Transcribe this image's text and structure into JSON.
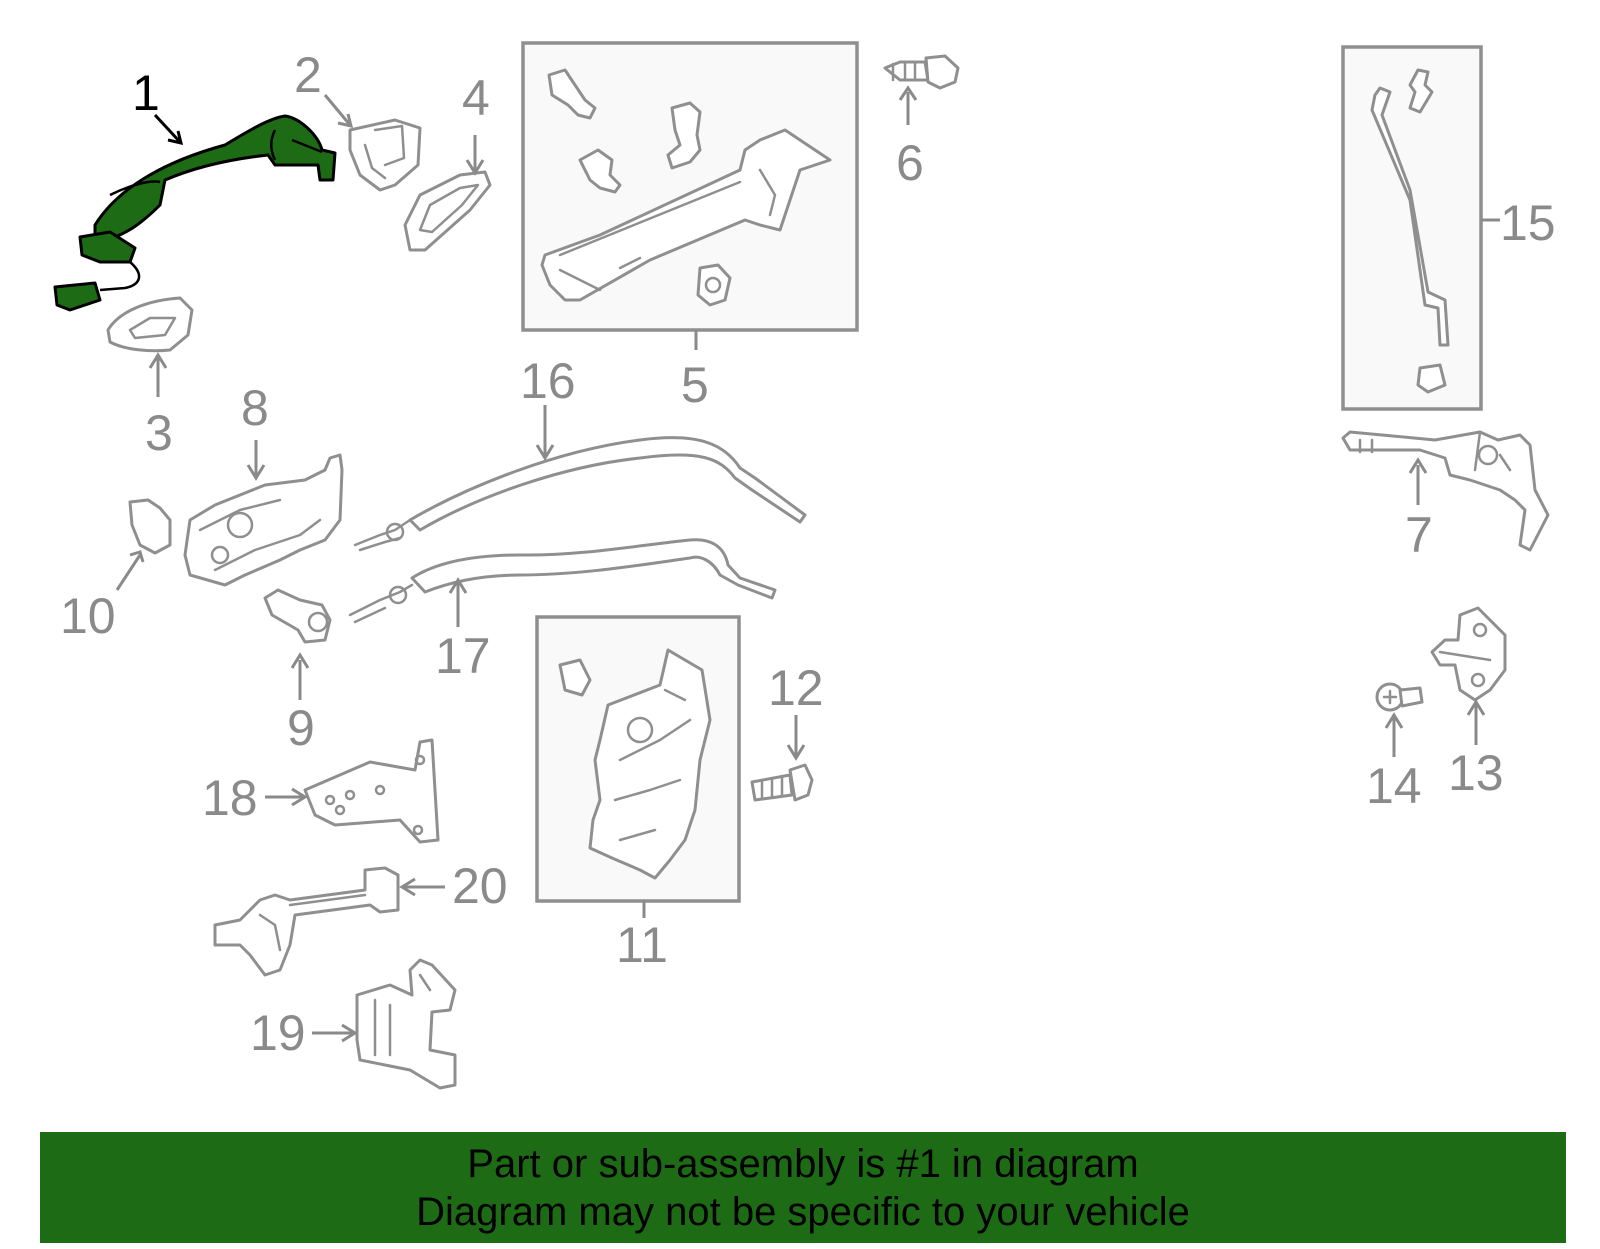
{
  "colors": {
    "highlight_fill": "#1e6b16",
    "banner_background": "#1e6b16",
    "part_stroke": "#8f8f8f",
    "label_color": "#8a8a8a",
    "active_label_color": "#000000"
  },
  "diagram": {
    "highlighted_part": "1",
    "callouts": {
      "c1": "1",
      "c2": "2",
      "c3": "3",
      "c4": "4",
      "c5": "5",
      "c6": "6",
      "c7": "7",
      "c8": "8",
      "c9": "9",
      "c10": "10",
      "c11": "11",
      "c12": "12",
      "c13": "13",
      "c14": "14",
      "c15": "15",
      "c16": "16",
      "c17": "17",
      "c18": "18",
      "c19": "19",
      "c20": "20"
    }
  },
  "banner": {
    "line1": "Part or sub-assembly is #1 in diagram",
    "line2": "Diagram may not be specific to your vehicle"
  }
}
